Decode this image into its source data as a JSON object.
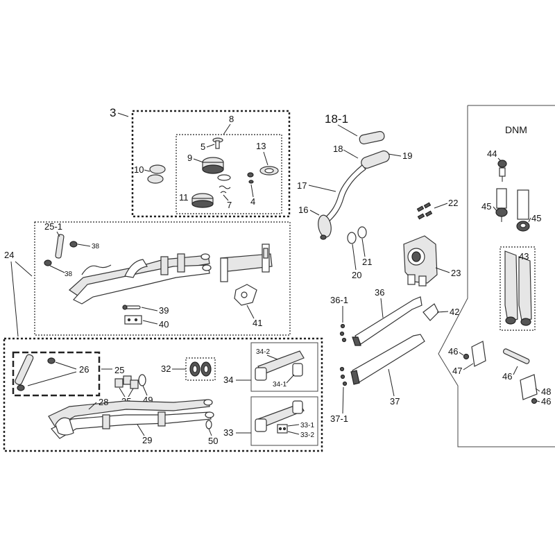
{
  "brand_label": "DNM",
  "callouts": {
    "c3": "3",
    "c8": "8",
    "c5": "5",
    "c9": "9",
    "c13": "13",
    "c10": "10",
    "c11": "11",
    "c7": "7",
    "c4": "4",
    "c18_1": "18-1",
    "c18": "18",
    "c19": "19",
    "c17": "17",
    "c16": "16",
    "c22": "22",
    "c21": "21",
    "c20": "20",
    "c23": "23",
    "c25_1": "25-1",
    "c38a": "38",
    "c38b": "38",
    "c24": "24",
    "c39": "39",
    "c40": "40",
    "c41": "41",
    "c36_1": "36-1",
    "c36": "36",
    "c42": "42",
    "c37": "37",
    "c37_1": "37-1",
    "c26": "26",
    "c25": "25",
    "c35": "35",
    "c49": "49",
    "c32": "32",
    "c34_2": "34-2",
    "c34": "34",
    "c34_1": "34-1",
    "c28": "28",
    "c29": "29",
    "c50": "50",
    "c33": "33",
    "c33_1": "33-1",
    "c33_2": "33-2",
    "c44": "44",
    "c45a": "45",
    "c45b": "45",
    "c43": "43",
    "c46a": "46",
    "c47": "47",
    "c46b": "46",
    "c48": "48",
    "c46c": "46"
  }
}
